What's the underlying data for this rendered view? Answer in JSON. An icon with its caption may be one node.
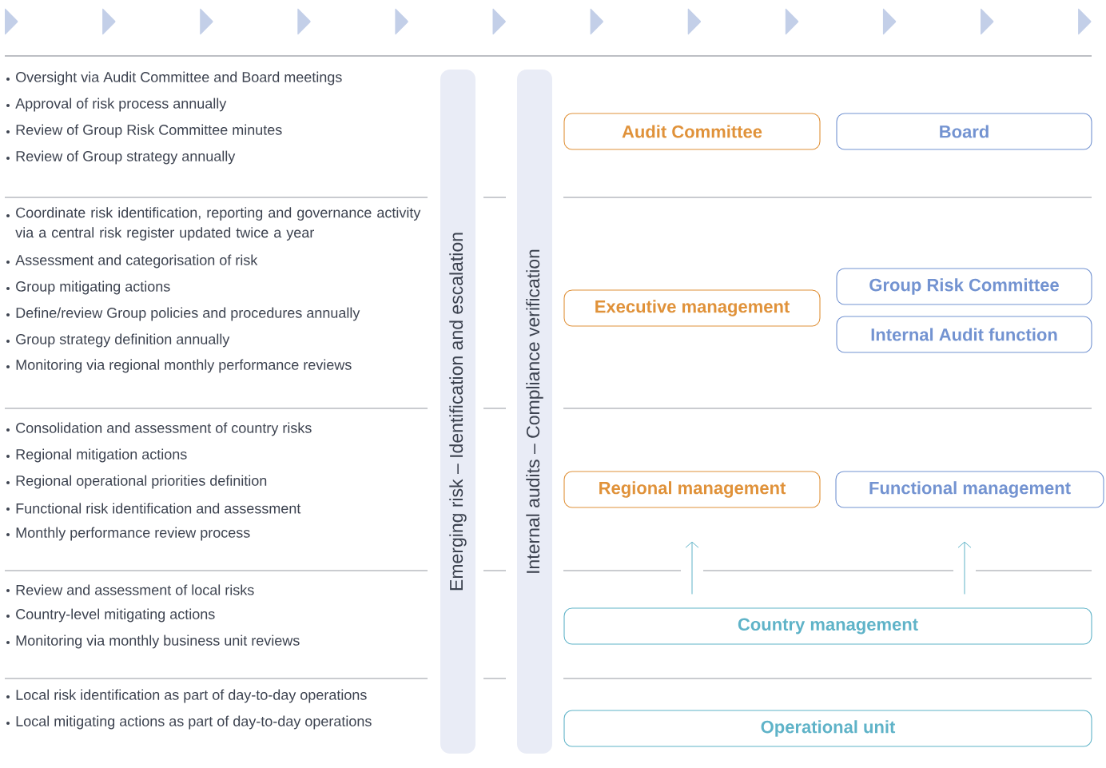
{
  "diagram": {
    "nodes": [
      {
        "text": [
          "Emerging risk – Identification and escalation"
        ]
      },
      {
        "text": [
          "Internal audits – Compliance verification"
        ]
      },
      {
        "text": [
          "Audit Committee"
        ]
      },
      {
        "text": [
          "Board"
        ]
      },
      {
        "text": [
          "Executive management"
        ]
      },
      {
        "text": [
          "Group Risk Committee"
        ]
      },
      {
        "text": [
          "Internal Audit function"
        ]
      },
      {
        "text": [
          "Regional management"
        ]
      },
      {
        "text": [
          "Functional management"
        ]
      },
      {
        "text": [
          "Country management"
        ]
      },
      {
        "text": [
          "Operational unit"
        ]
      }
    ],
    "edges": [
      {
        "from": 9,
        "to": 7,
        "arrow": "to"
      },
      {
        "from": 9,
        "to": 8,
        "arrow": "to"
      }
    ],
    "labels": [
      "Oversight via Audit Committee and Board meetings",
      "Approval of risk process annually",
      "Review of Group Risk Committee minutes",
      "Review of Group strategy annually",
      "Coordinate risk identification, reporting and governance activity via a central risk register updated twice a year",
      "Assessment and categorisation of risk",
      "Group mitigating actions",
      "Define/review Group policies and procedures annually",
      "Group strategy definition annually",
      "Monitoring via regional monthly performance reviews",
      "Consolidation and assessment of country risks",
      "Regional mitigation actions",
      "Regional operational priorities definition",
      "Functional risk identification and assessment",
      "Monthly performance review process",
      "Review and assessment of local risks",
      "Country-level mitigating actions",
      "Monitoring via monthly business unit reviews",
      "Local risk identification as part of day-to-day operations",
      "Local mitigating actions as part of day-to-day operations"
    ]
  }
}
